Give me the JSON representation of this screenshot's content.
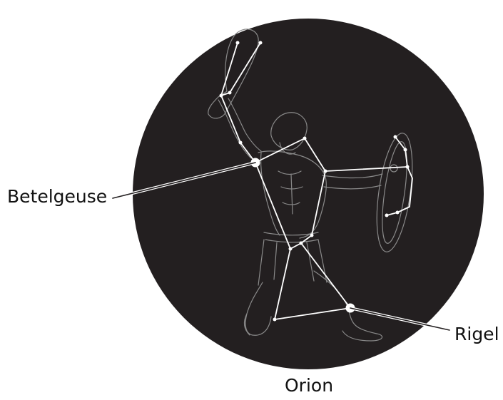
{
  "colors": {
    "sky": "#231f20",
    "lines": "#ffffff",
    "figure_outline": "#8a8a8a",
    "text": "#111111",
    "background": "#ffffff"
  },
  "labels": {
    "betelgeuse": "Betelgeuse",
    "rigel": "Rigel",
    "constellation": "Orion"
  },
  "stars": [
    {
      "name": "Betelgeuse",
      "major": true
    },
    {
      "name": "Rigel",
      "major": true
    }
  ]
}
